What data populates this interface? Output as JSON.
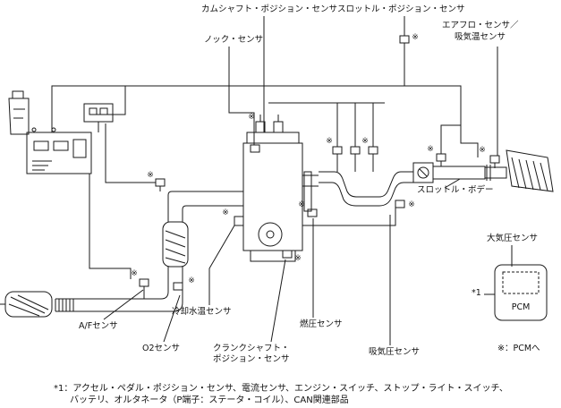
{
  "ref_mark": "※",
  "labels": {
    "camshaft": "カムシャフト・ポジション・センサ",
    "throttle_position": "スロットル・ポジション・センサ",
    "airflow_1": "エアフロ・センサ／",
    "airflow_2": "吸気温センサ",
    "knock": "ノック・センサ",
    "throttle_body": "スロットル・ボデー",
    "barometric": "大気圧センサ",
    "pcm": "PCM",
    "pcm_ref": "*1",
    "af_sensor": "A/Fセンサ",
    "coolant_temp": "冷却水温センサ",
    "fuel_pressure": "燃圧センサ",
    "o2_sensor": "O2センサ",
    "crankshaft_1": "クランクシャフト・",
    "crankshaft_2": "ポジション・センサ",
    "intake_pressure": "吸気圧センサ",
    "pcm_note": "※：PCMへ"
  },
  "footnote": {
    "line1": "*1：アクセル・ペダル・ポジション・センサ、電流センサ、エンジン・スイッチ、ストップ・ライト・スイッチ、",
    "line2": "バッテリ、オルタネータ（P端子：ステータ・コイル）、CAN関連部品"
  }
}
